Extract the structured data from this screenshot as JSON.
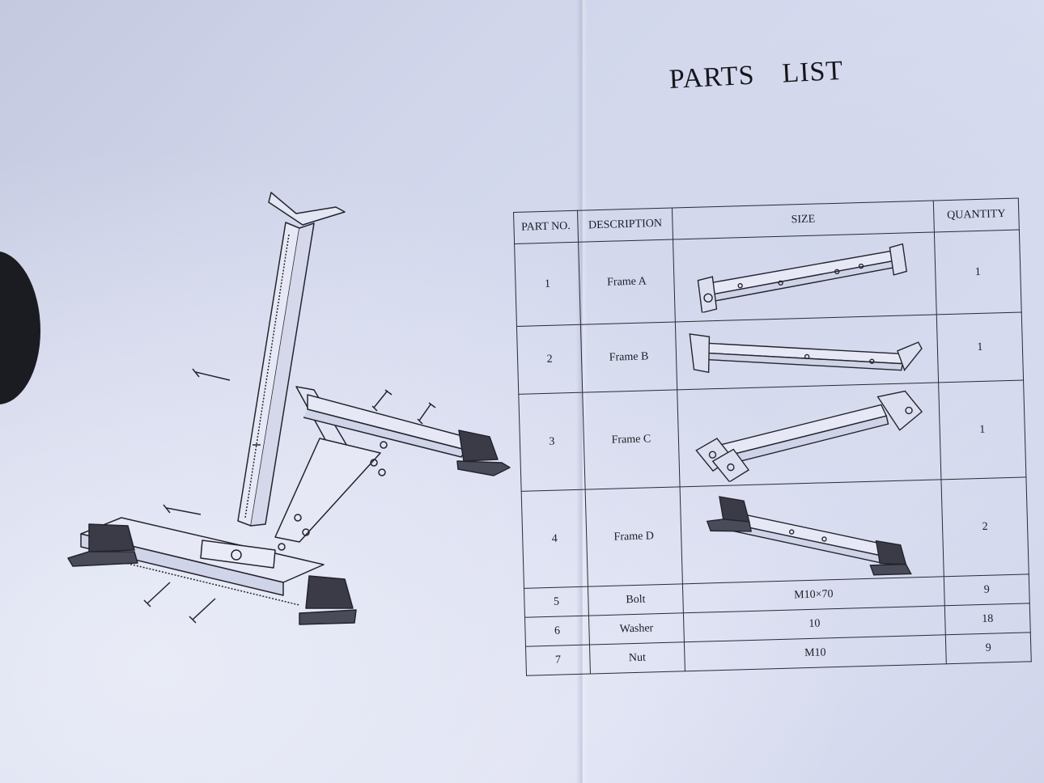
{
  "title": {
    "word1": "PARTS",
    "word2": "LIST"
  },
  "table": {
    "headers": {
      "part_no": "PART NO.",
      "description": "DESCRIPTION",
      "size": "SIZE",
      "quantity": "QUANTITY"
    },
    "rows": [
      {
        "part_no": "1",
        "description": "Frame A",
        "size": "",
        "size_icon": "frame-a-illustration",
        "quantity": "1"
      },
      {
        "part_no": "2",
        "description": "Frame B",
        "size": "",
        "size_icon": "frame-b-illustration",
        "quantity": "1"
      },
      {
        "part_no": "3",
        "description": "Frame C",
        "size": "",
        "size_icon": "frame-c-illustration",
        "quantity": "1"
      },
      {
        "part_no": "4",
        "description": "Frame D",
        "size": "",
        "size_icon": "frame-d-illustration",
        "quantity": "2"
      },
      {
        "part_no": "5",
        "description": "Bolt",
        "size": "M10×70",
        "quantity": "9"
      },
      {
        "part_no": "6",
        "description": "Washer",
        "size": "10",
        "quantity": "18"
      },
      {
        "part_no": "7",
        "description": "Nut",
        "size": "M10",
        "quantity": "9"
      }
    ]
  },
  "illustration": {
    "icon": "assembled-stand-exploded-diagram"
  },
  "colors": {
    "ink": "#1c1c26",
    "paper": "#d7dbef"
  }
}
